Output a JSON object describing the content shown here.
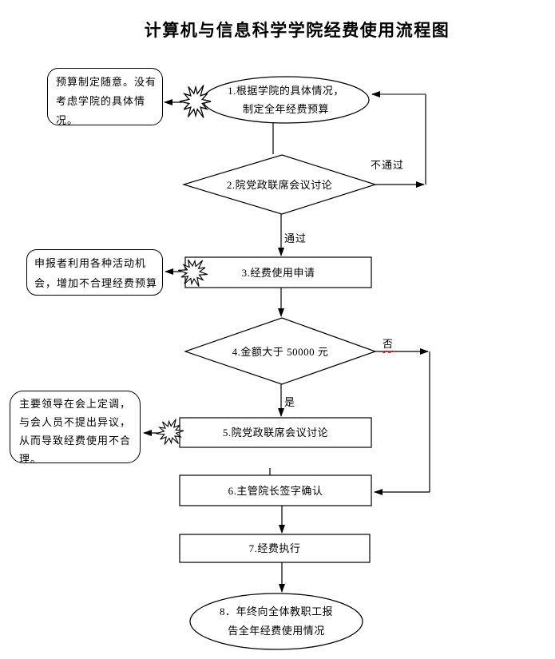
{
  "title": "计算机与信息科学学院经费使用流程图",
  "nodes": {
    "n1": {
      "shape": "ellipse",
      "lines": [
        "1.根据学院的具体情况，",
        "制定全年经费预算"
      ]
    },
    "n2": {
      "shape": "diamond",
      "label": "2.院党政联席会议讨论"
    },
    "n3": {
      "shape": "rect",
      "label": "3.经费使用申请"
    },
    "n4": {
      "shape": "diamond",
      "label": "4.金额大于 50000 元"
    },
    "n5": {
      "shape": "rect",
      "label": "5.院党政联席会议讨论"
    },
    "n6": {
      "shape": "rect",
      "label": "6.主管院长签字确认"
    },
    "n7": {
      "shape": "rect",
      "label": "7.经费执行"
    },
    "n8": {
      "shape": "ellipse",
      "lines": [
        "8．年终向全体教职工报",
        "告全年经费使用情况"
      ]
    }
  },
  "edge_labels": {
    "fail": "不通过",
    "pass": "通过",
    "no": "否",
    "yes": "是"
  },
  "callouts": [
    {
      "lines": [
        "预算制定随意。没有",
        "考虑学院的具体情",
        "况。"
      ]
    },
    {
      "lines": [
        "申报者利用各种活动机",
        "会，增加不合理经费预算"
      ]
    },
    {
      "lines": [
        "主要领导在会上定调，",
        "与会人员不提出异议，",
        "从而导致经费使用不合",
        "理。"
      ]
    }
  ],
  "colors": {
    "stroke": "#000000",
    "return_connector": "#808080",
    "spellcheck_underline": "#ff0000",
    "background": "#ffffff"
  }
}
